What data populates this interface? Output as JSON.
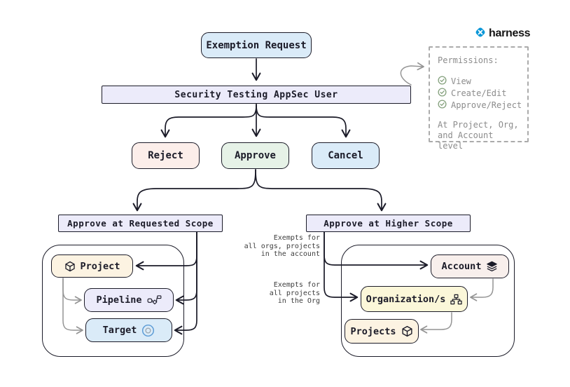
{
  "brand": {
    "name": "harness",
    "color": "#0a97d8"
  },
  "nodes": {
    "exemption_request": "Exemption Request",
    "security_user": "Security Testing AppSec User",
    "reject": "Reject",
    "approve": "Approve",
    "cancel": "Cancel",
    "approve_requested_scope": "Approve at Requested Scope",
    "approve_higher_scope": "Approve at Higher Scope",
    "project": "Project",
    "pipeline": "Pipeline",
    "target": "Target",
    "account": "Account",
    "organizations": "Organization/s",
    "projects": "Projects"
  },
  "permissions": {
    "title": "Permissions:",
    "items": [
      "View",
      "Create/Edit",
      "Approve/Reject"
    ],
    "footer": [
      "At Project, Org,",
      "and Account level"
    ]
  },
  "annotations": {
    "account_scope": [
      "Exempts for",
      "all orgs, projects",
      "in the account"
    ],
    "org_scope": [
      "Exempts for",
      "all projects",
      "in the Org"
    ]
  },
  "icons": {
    "brand": "harness-x-icon",
    "project": "cube-icon",
    "projects": "cube-icon",
    "pipeline": "pipeline-flow-icon",
    "target": "target-circles-icon",
    "account": "layers-icon",
    "organizations": "org-chart-icon",
    "permission_item": "check-circle-icon"
  },
  "colors": {
    "background": "#ffffff",
    "stroke": "#1b1b28",
    "blue_fill": "#daebf8",
    "lavender_fill": "#ecebfa",
    "pink_fill": "#fceeea",
    "green_fill": "#e6f2e7",
    "cream_fill": "#fcf3e2",
    "pale_pink_fill": "#f8efec",
    "pale_yellow_fill": "#fbf7d9",
    "gray_connector": "#949494",
    "muted_text": "#8c8c8c",
    "annotation_text": "#3d3d3d",
    "check_green": "#84a07c"
  }
}
